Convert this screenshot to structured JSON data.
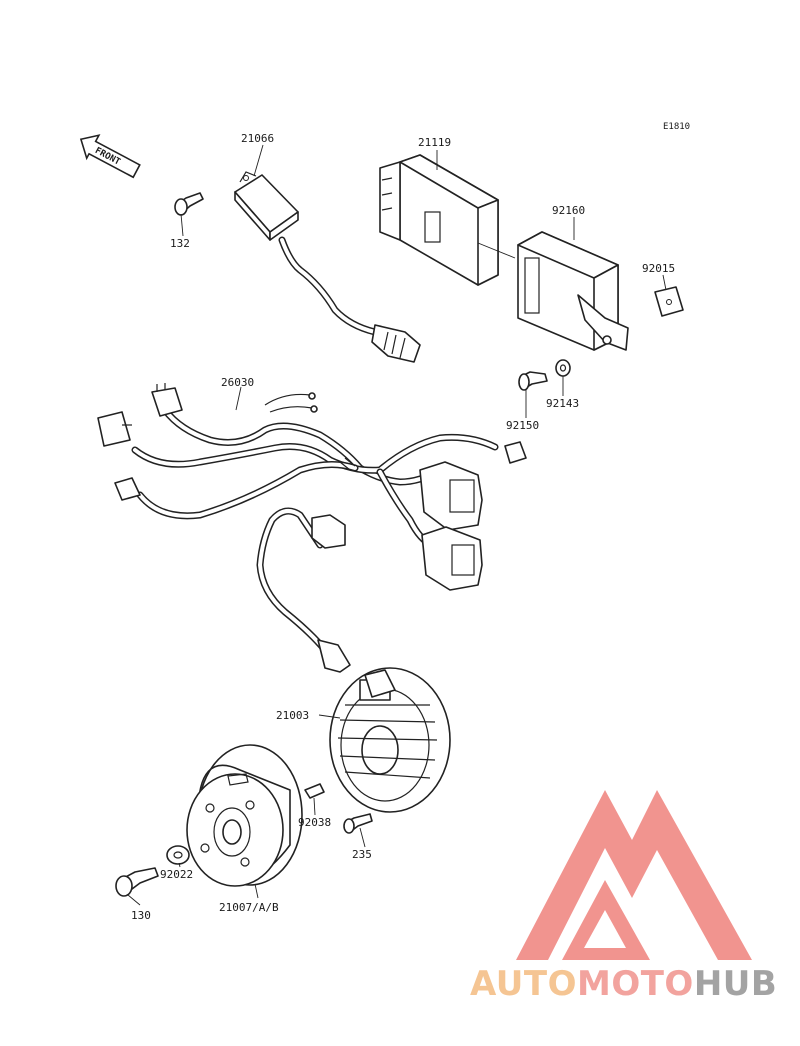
{
  "diagram_code": "E1810",
  "front_label": "FRONT",
  "parts": [
    {
      "id": "p21066",
      "number": "21066"
    },
    {
      "id": "p132",
      "number": "132"
    },
    {
      "id": "p21119",
      "number": "21119"
    },
    {
      "id": "p92160",
      "number": "92160"
    },
    {
      "id": "p92015",
      "number": "92015"
    },
    {
      "id": "p92143",
      "number": "92143"
    },
    {
      "id": "p92150",
      "number": "92150"
    },
    {
      "id": "p26030",
      "number": "26030"
    },
    {
      "id": "p21003",
      "number": "21003"
    },
    {
      "id": "p92038",
      "number": "92038"
    },
    {
      "id": "p235",
      "number": "235"
    },
    {
      "id": "p92022",
      "number": "92022"
    },
    {
      "id": "p130",
      "number": "130"
    },
    {
      "id": "p21007",
      "number": "21007/A/B"
    }
  ],
  "watermark": {
    "brand": "AUTOMOTOHUB",
    "part1": "AUTO",
    "part2": "MOTO",
    "part3": "HUB",
    "colors": {
      "auto": "#f5c18a",
      "moto": "#f19c96",
      "hub": "#9c9c9c",
      "triangle": "#f08b86"
    }
  }
}
